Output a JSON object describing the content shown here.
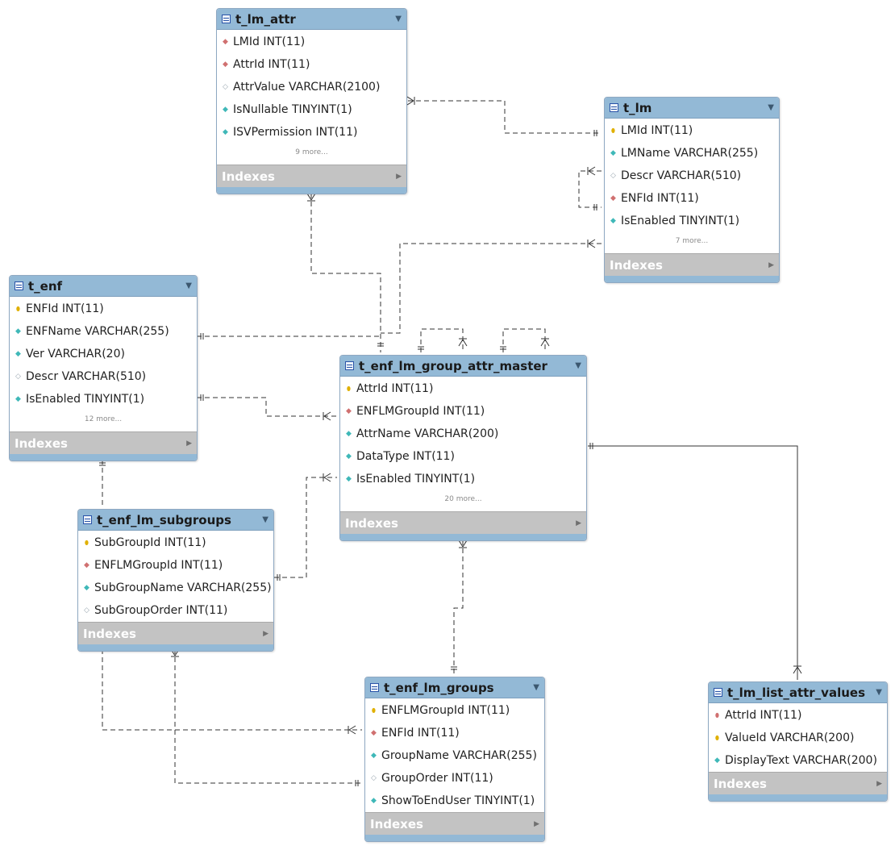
{
  "indexes_label": "Indexes",
  "tables": {
    "t_lm_attr": {
      "name": "t_lm_attr",
      "columns": [
        {
          "icon": "fk",
          "label": "LMId INT(11)"
        },
        {
          "icon": "fk",
          "label": "AttrId INT(11)"
        },
        {
          "icon": "nullable",
          "label": "AttrValue VARCHAR(2100)"
        },
        {
          "icon": "notnull",
          "label": "IsNullable TINYINT(1)"
        },
        {
          "icon": "notnull",
          "label": "ISVPermission INT(11)"
        }
      ],
      "more": "9 more..."
    },
    "t_lm": {
      "name": "t_lm",
      "columns": [
        {
          "icon": "pk",
          "label": "LMId INT(11)"
        },
        {
          "icon": "notnull",
          "label": "LMName VARCHAR(255)"
        },
        {
          "icon": "nullable",
          "label": "Descr VARCHAR(510)"
        },
        {
          "icon": "fk",
          "label": "ENFId INT(11)"
        },
        {
          "icon": "notnull",
          "label": "IsEnabled TINYINT(1)"
        }
      ],
      "more": "7 more..."
    },
    "t_enf": {
      "name": "t_enf",
      "columns": [
        {
          "icon": "pk",
          "label": "ENFId INT(11)"
        },
        {
          "icon": "notnull",
          "label": "ENFName VARCHAR(255)"
        },
        {
          "icon": "notnull",
          "label": "Ver VARCHAR(20)"
        },
        {
          "icon": "nullable",
          "label": "Descr VARCHAR(510)"
        },
        {
          "icon": "notnull",
          "label": "IsEnabled TINYINT(1)"
        }
      ],
      "more": "12 more..."
    },
    "t_enf_lm_group_attr_master": {
      "name": "t_enf_lm_group_attr_master",
      "columns": [
        {
          "icon": "pk",
          "label": "AttrId INT(11)"
        },
        {
          "icon": "fk",
          "label": "ENFLMGroupId INT(11)"
        },
        {
          "icon": "notnull",
          "label": "AttrName VARCHAR(200)"
        },
        {
          "icon": "notnull",
          "label": "DataType INT(11)"
        },
        {
          "icon": "notnull",
          "label": "IsEnabled TINYINT(1)"
        }
      ],
      "more": "20 more..."
    },
    "t_enf_lm_subgroups": {
      "name": "t_enf_lm_subgroups",
      "columns": [
        {
          "icon": "pk",
          "label": "SubGroupId INT(11)"
        },
        {
          "icon": "fk",
          "label": "ENFLMGroupId INT(11)"
        },
        {
          "icon": "notnull",
          "label": "SubGroupName VARCHAR(255)"
        },
        {
          "icon": "nullable",
          "label": "SubGroupOrder INT(11)"
        }
      ],
      "more": ""
    },
    "t_enf_lm_groups": {
      "name": "t_enf_lm_groups",
      "columns": [
        {
          "icon": "pk",
          "label": "ENFLMGroupId INT(11)"
        },
        {
          "icon": "fk",
          "label": "ENFId INT(11)"
        },
        {
          "icon": "notnull",
          "label": "GroupName VARCHAR(255)"
        },
        {
          "icon": "nullable",
          "label": "GroupOrder INT(11)"
        },
        {
          "icon": "notnull",
          "label": "ShowToEndUser TINYINT(1)"
        }
      ],
      "more": ""
    },
    "t_lm_list_attr_values": {
      "name": "t_lm_list_attr_values",
      "columns": [
        {
          "icon": "pk-fk",
          "label": "AttrId INT(11)"
        },
        {
          "icon": "pk",
          "label": "ValueId VARCHAR(200)"
        },
        {
          "icon": "notnull",
          "label": "DisplayText VARCHAR(200)"
        }
      ],
      "more": ""
    }
  },
  "colors": {
    "header": "#93b9d6",
    "indexes_bar": "#c3c3c3",
    "link_line": "#333333"
  }
}
